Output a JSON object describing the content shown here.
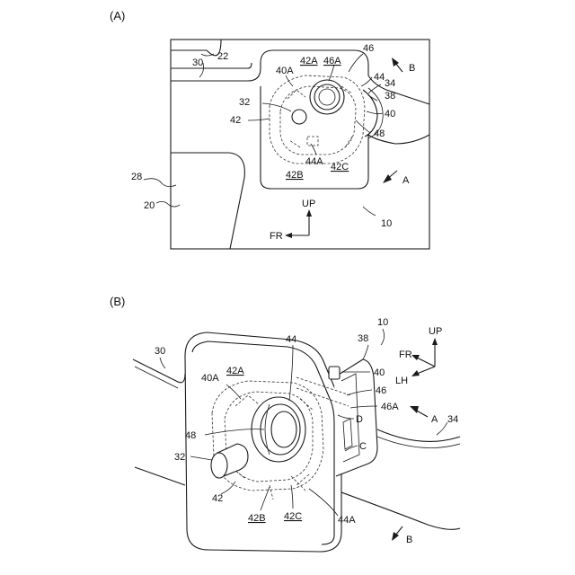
{
  "figures": {
    "a": {
      "caption": "(A)",
      "labels": {
        "l22": "22",
        "l30": "30",
        "l46": "46",
        "l42A": "42A",
        "l46A": "46A",
        "l40A": "40A",
        "lB": "B",
        "l44": "44",
        "l34": "34",
        "l32": "32",
        "l38": "38",
        "l40": "40",
        "l42": "42",
        "l48": "48",
        "l44A": "44A",
        "l42C": "42C",
        "l42B": "42B",
        "l28": "28",
        "lA": "A",
        "l20": "20",
        "lUP": "UP",
        "lFR": "FR",
        "l10": "10"
      }
    },
    "b": {
      "caption": "(B)",
      "labels": {
        "l10": "10",
        "lUP": "UP",
        "l38": "38",
        "lFR": "FR",
        "l30": "30",
        "l44": "44",
        "lLH": "LH",
        "l40": "40",
        "l40A": "40A",
        "l42A": "42A",
        "l46": "46",
        "l46A": "46A",
        "lA": "A",
        "l34": "34",
        "lD": "D",
        "l48": "48",
        "lC": "C",
        "l32": "32",
        "l42": "42",
        "l42B": "42B",
        "l42C": "42C",
        "l44A": "44A",
        "lB": "B"
      }
    }
  }
}
